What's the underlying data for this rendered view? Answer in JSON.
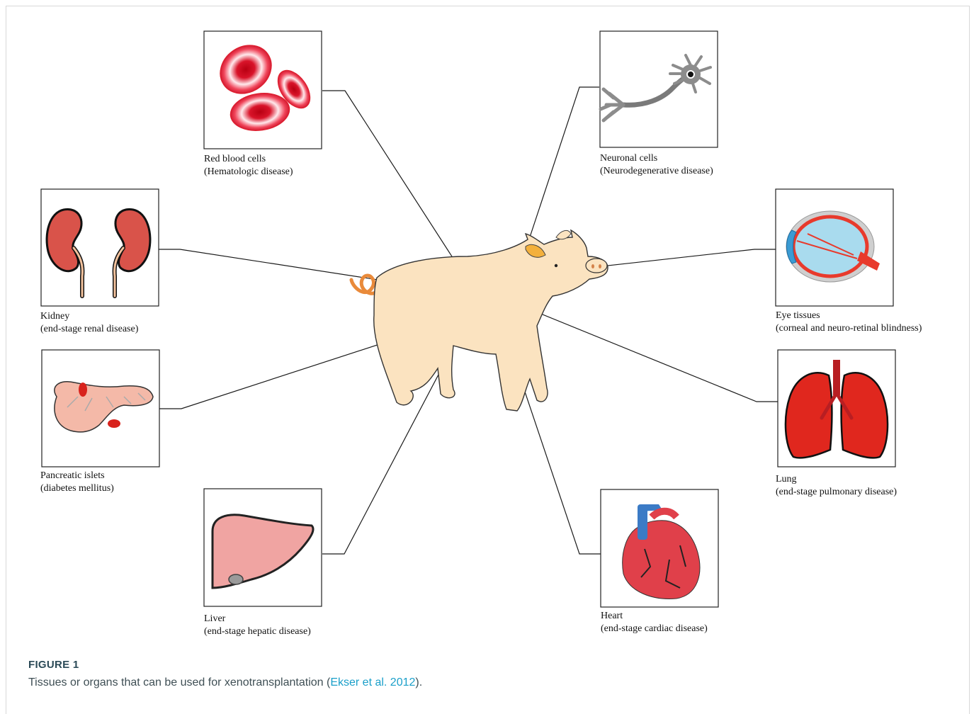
{
  "panels": {
    "red_blood_cells": {
      "name": "Red blood cells",
      "disease": "(Hematologic disease)"
    },
    "neuronal_cells": {
      "name": "Neuronal cells",
      "disease": "(Neurodegenerative disease)"
    },
    "kidney": {
      "name": "Kidney",
      "disease": "(end-stage renal disease)"
    },
    "eye_tissues": {
      "name": "Eye tissues",
      "disease": "(corneal and neuro-retinal blindness)"
    },
    "pancreatic_islets": {
      "name": "Pancreatic islets",
      "disease": "(diabetes mellitus)"
    },
    "lung": {
      "name": "Lung",
      "disease": "(end-stage pulmonary disease)"
    },
    "liver": {
      "name": "Liver",
      "disease": "(end-stage hepatic disease)"
    },
    "heart": {
      "name": "Heart",
      "disease": "(end-stage cardiac disease)"
    }
  },
  "figure": {
    "label": "FIGURE 1",
    "caption_before": "Tissues or organs that can be used for xenotransplantation (",
    "caption_link": "Ekser et al. 2012",
    "caption_after": ")."
  },
  "colors": {
    "caption_link": "#1a9fc9",
    "pig_body": "#fbe3c0",
    "blood_red": "#e01e2d",
    "organ_red": "#e0483c"
  }
}
